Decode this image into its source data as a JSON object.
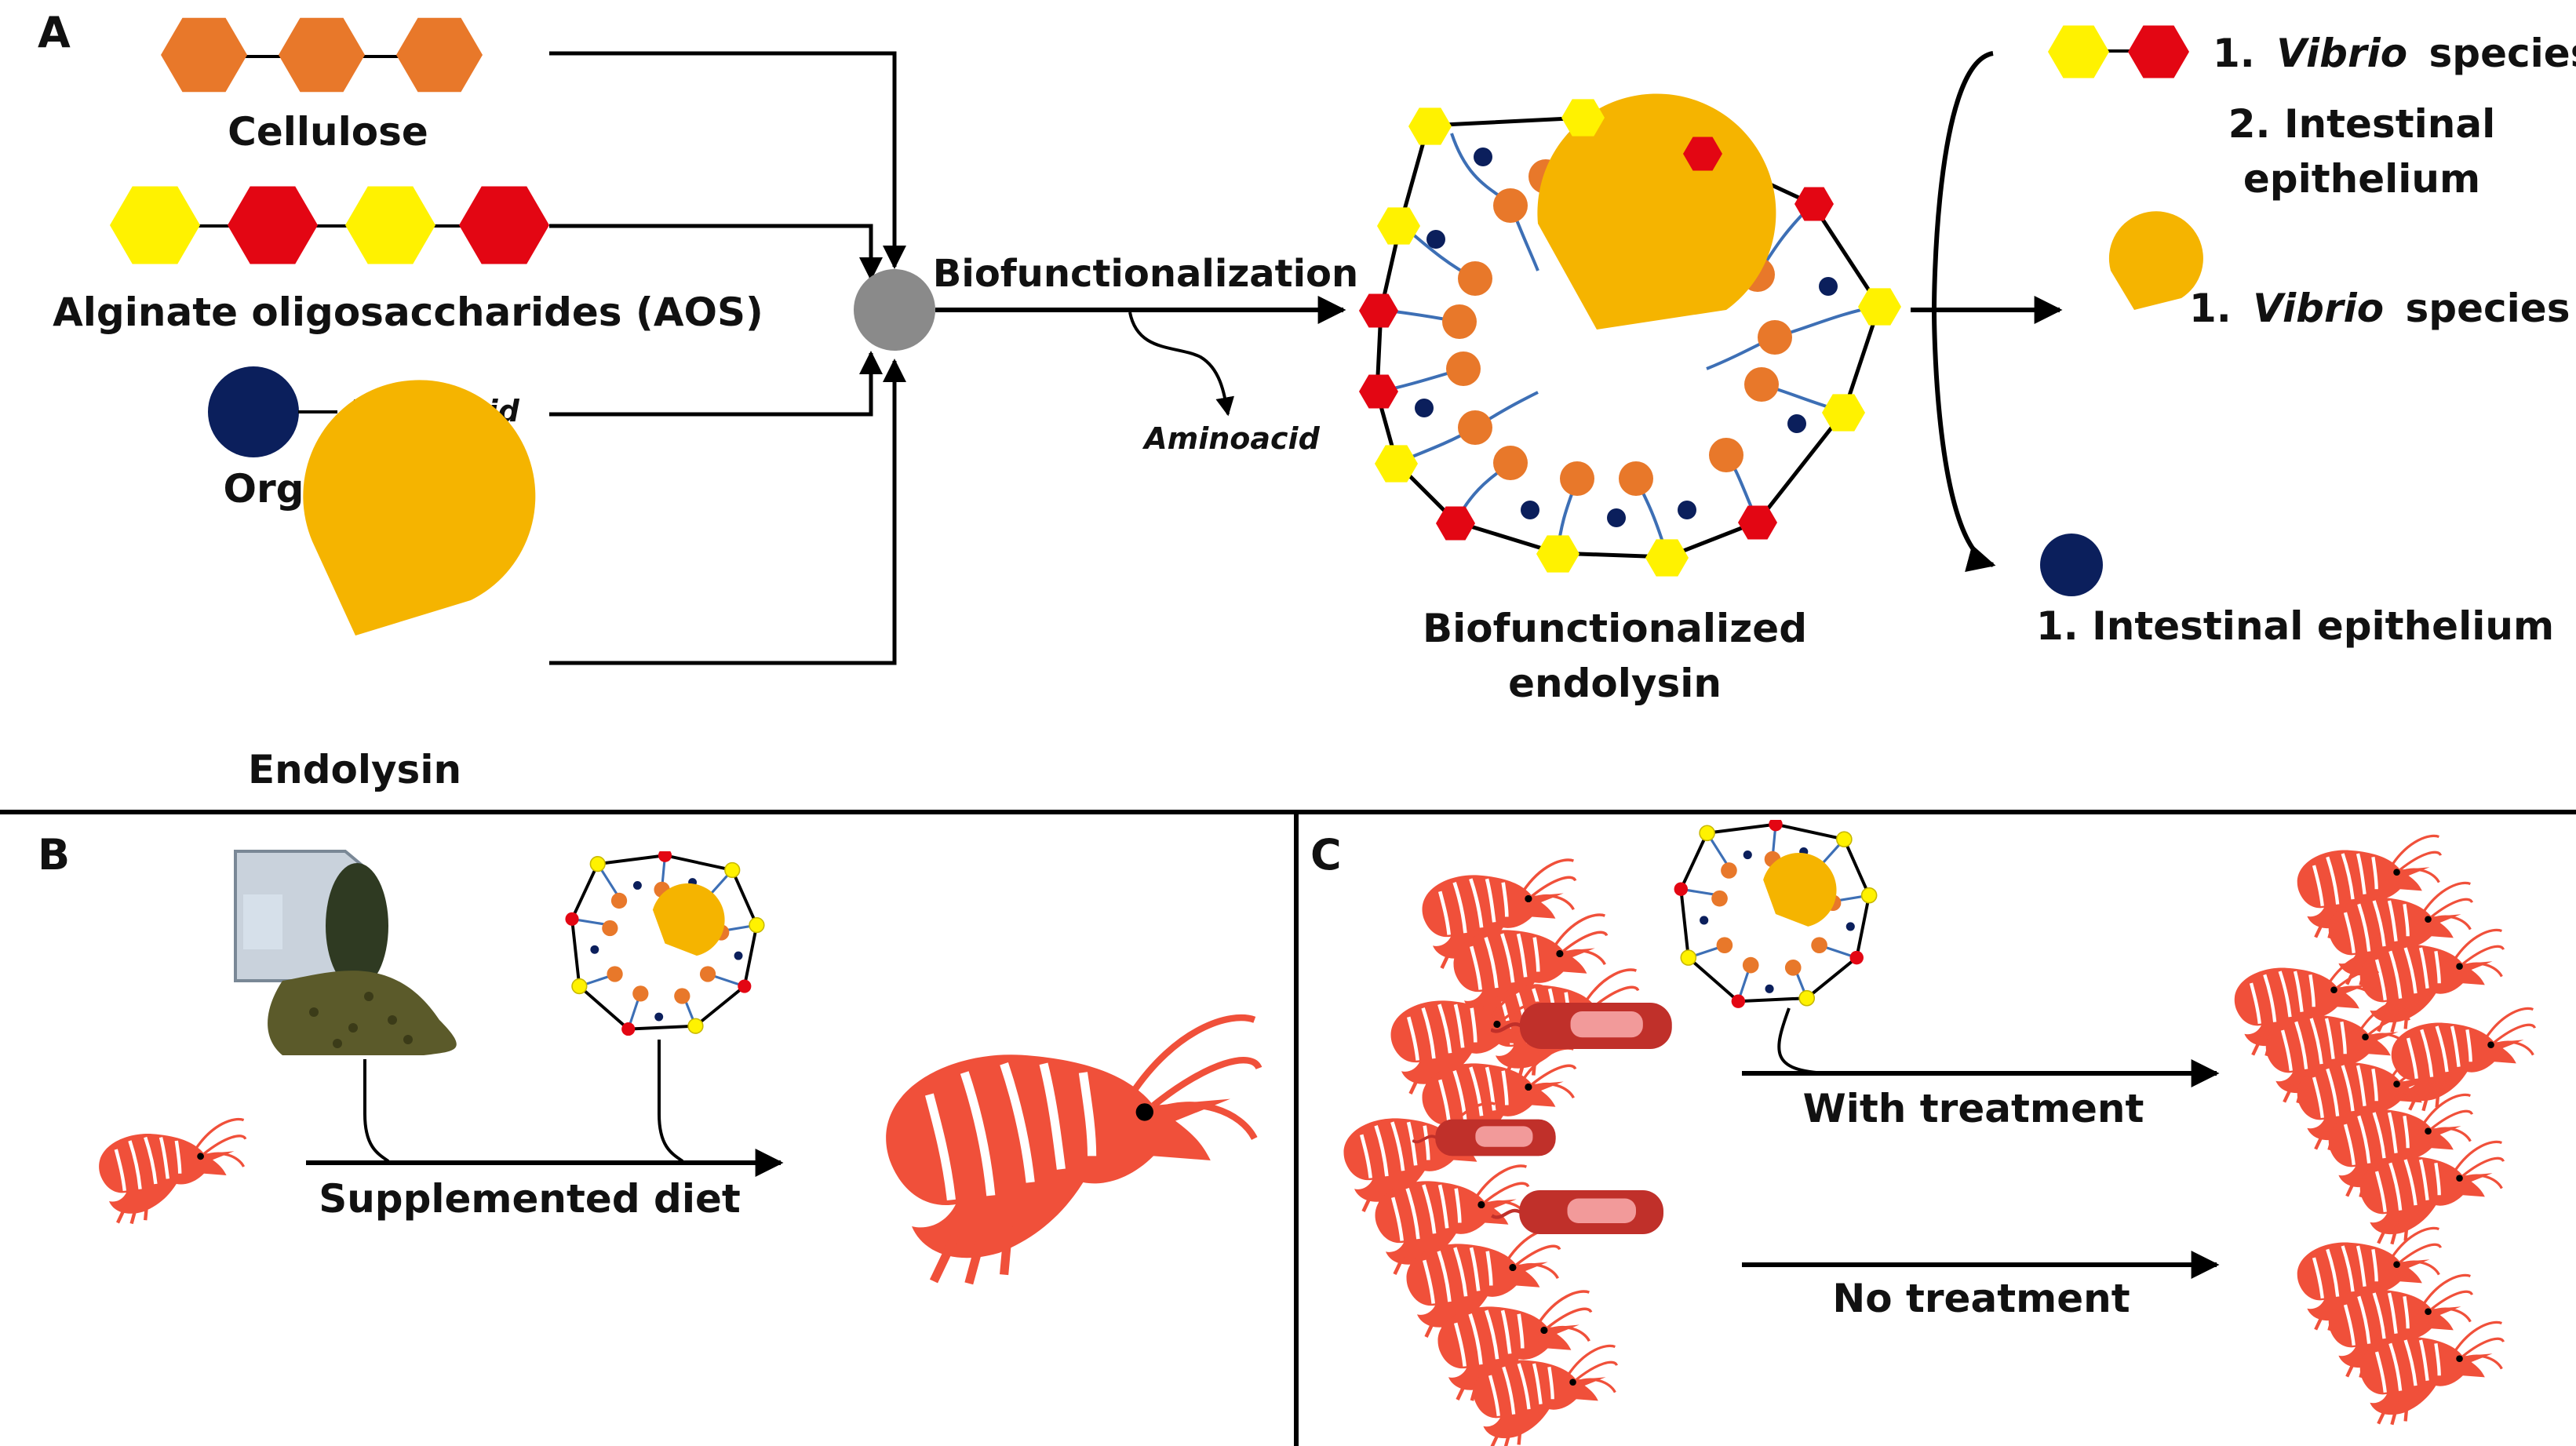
{
  "panels": {
    "a": "A",
    "b": "B",
    "c": "C"
  },
  "inputs": {
    "cellulose": "Cellulose",
    "aos": "Alginate oligosaccharides (AOS)",
    "aminoacid_tag": "Aminoacid",
    "zinc": "Organic Zinc",
    "endolysin": "Endolysin"
  },
  "process": {
    "biofunctionalization": "Biofunctionalization",
    "aminoacid_released": "Aminoacid",
    "product_line1": "Biofunctionalized",
    "product_line2": "endolysin"
  },
  "targets": {
    "t1_line1_num": "1.",
    "t1_line1_italic": "Vibrio",
    "t1_line1_rest": "species",
    "t1_line2": "2. Intestinal",
    "t1_line3": "epithelium",
    "t2_num": "1.",
    "t2_italic": "Vibrio",
    "t2_rest": "species",
    "t3": "1. Intestinal epithelium"
  },
  "panel_b": {
    "diet": "Supplemented diet"
  },
  "panel_c": {
    "with": "With treatment",
    "without": "No treatment"
  },
  "colors": {
    "orange_hex": "#E8782A",
    "yellow_hex": "#FFF200",
    "red_hex": "#E30613",
    "navy": "#0B1F5C",
    "pacman": "#F5B400",
    "shrimp": "#F0503A",
    "linker": "#3D6FB5"
  }
}
